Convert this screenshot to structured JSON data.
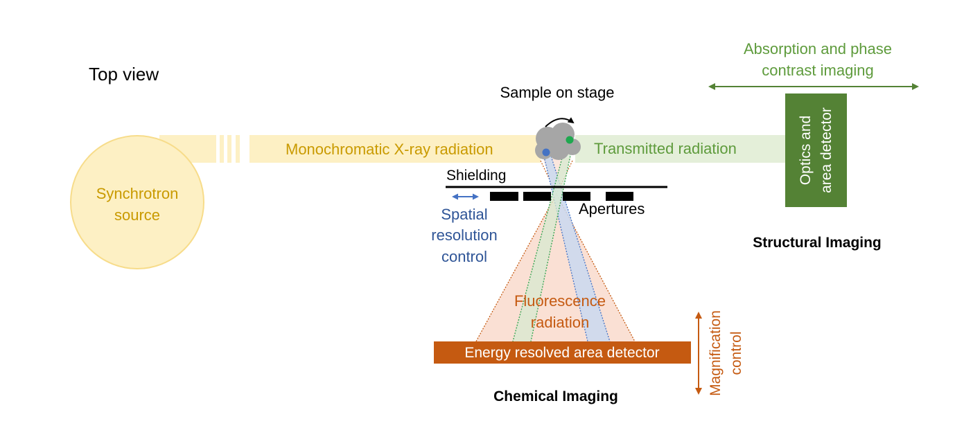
{
  "view_title": "Top view",
  "source": {
    "line1": "Synchrotron",
    "line2": "source"
  },
  "beam": {
    "incident_label": "Monochromatic X-ray radiation",
    "transmitted_label": "Transmitted radiation"
  },
  "sample_label": "Sample on stage",
  "shielding_label": "Shielding",
  "apertures_label": "Apertures",
  "spatial": {
    "line1": "Spatial",
    "line2": "resolution",
    "line3": "control"
  },
  "fluorescence": {
    "line1": "Fluorescence",
    "line2": "radiation"
  },
  "energy_detector_label": "Energy resolved area detector",
  "chemical_imaging_label": "Chemical Imaging",
  "magnification": {
    "line1": "Magnification",
    "line2": "control"
  },
  "optics": {
    "line1": "Optics and",
    "line2": "area detector"
  },
  "absorption": {
    "line1": "Absorption and phase",
    "line2": "contrast imaging"
  },
  "structural_imaging_label": "Structural Imaging",
  "colors": {
    "source_fill": "#fdf0c4",
    "source_stroke": "#f7dc8a",
    "source_text": "#c99a00",
    "beam_fill": "#fdf0c4",
    "transmitted_fill": "#e4efd9",
    "green": "#548235",
    "green_text": "#5e9b3c",
    "orange": "#c55a11",
    "blue": "#4472c4",
    "fluor_fill": "#f8d6c6",
    "blue_fill": "#c9d8f0"
  }
}
